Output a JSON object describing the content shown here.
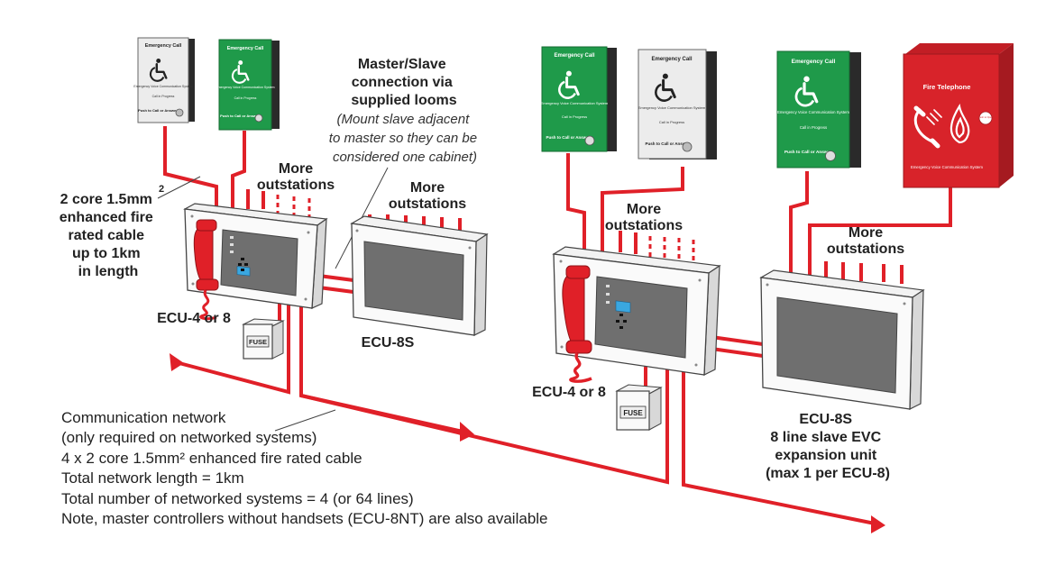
{
  "colors": {
    "cable": "#e02028",
    "green_panel": "#1f9a4a",
    "red_panel": "#d8232a",
    "outline": "#444444",
    "screen": "#6f6f6f"
  },
  "outstations": {
    "grey_1": {
      "title": "Emergency Call",
      "sub": "Emergency Voice Communication System",
      "status": "Call in Progress",
      "button": "Push to Call or Answer",
      "icon": "wheelchair-icon"
    },
    "green_1": {
      "title": "Emergency Call",
      "sub": "Emergency Voice Communication System",
      "status": "Call in Progress",
      "button": "Push to Call or Answer",
      "icon": "wheelchair-icon"
    },
    "green_2": {
      "title": "Emergency Call",
      "sub": "Emergency Voice Communication System",
      "status": "Call in Progress",
      "button": "Push to Call or Answer",
      "icon": "wheelchair-icon"
    },
    "grey_2": {
      "title": "Emergency Call",
      "sub": "Emergency Voice Communication System",
      "status": "Call in Progress",
      "button": "Push to Call or Answer",
      "icon": "wheelchair-icon"
    },
    "green_3": {
      "title": "Emergency Call",
      "sub": "Emergency Voice Communication System",
      "status": "Call in Progress",
      "button": "Push to Call or Answer",
      "icon": "wheelchair-icon"
    },
    "fire_tel": {
      "title": "Fire Telephone",
      "sub": "Emergency Voice Communication System",
      "icon": "telephone-icon",
      "badge": "Push to Open"
    }
  },
  "labels": {
    "more_outstations": "More outstations",
    "cable_spec_lines": [
      "2 core 1.5mm",
      "enhanced fire",
      "rated cable",
      "up to 1km",
      "in length"
    ],
    "cable_spec_sup": "2",
    "master_slave_lines": [
      "Master/Slave",
      "connection via",
      "supplied looms"
    ],
    "mount_note_lines": [
      "(Mount slave adjacent",
      "to master so they can be",
      "considered one cabinet)"
    ],
    "ecu_master": "ECU-4 or 8",
    "ecu_slave": "ECU-8S",
    "ecu_slave_desc_lines": [
      "ECU-8S",
      "8 line slave EVC",
      "expansion unit",
      "(max 1 per ECU-8)"
    ],
    "fuse": "FUSE"
  },
  "network_note": {
    "lines": [
      "Communication network",
      "(only required on networked systems)",
      "4 x 2 core 1.5mm² enhanced fire rated cable",
      "Total network length = 1km",
      "Total number of networked systems = 4 (or 64 lines)",
      "Note, master controllers without handsets (ECU-8NT) are also available"
    ]
  }
}
